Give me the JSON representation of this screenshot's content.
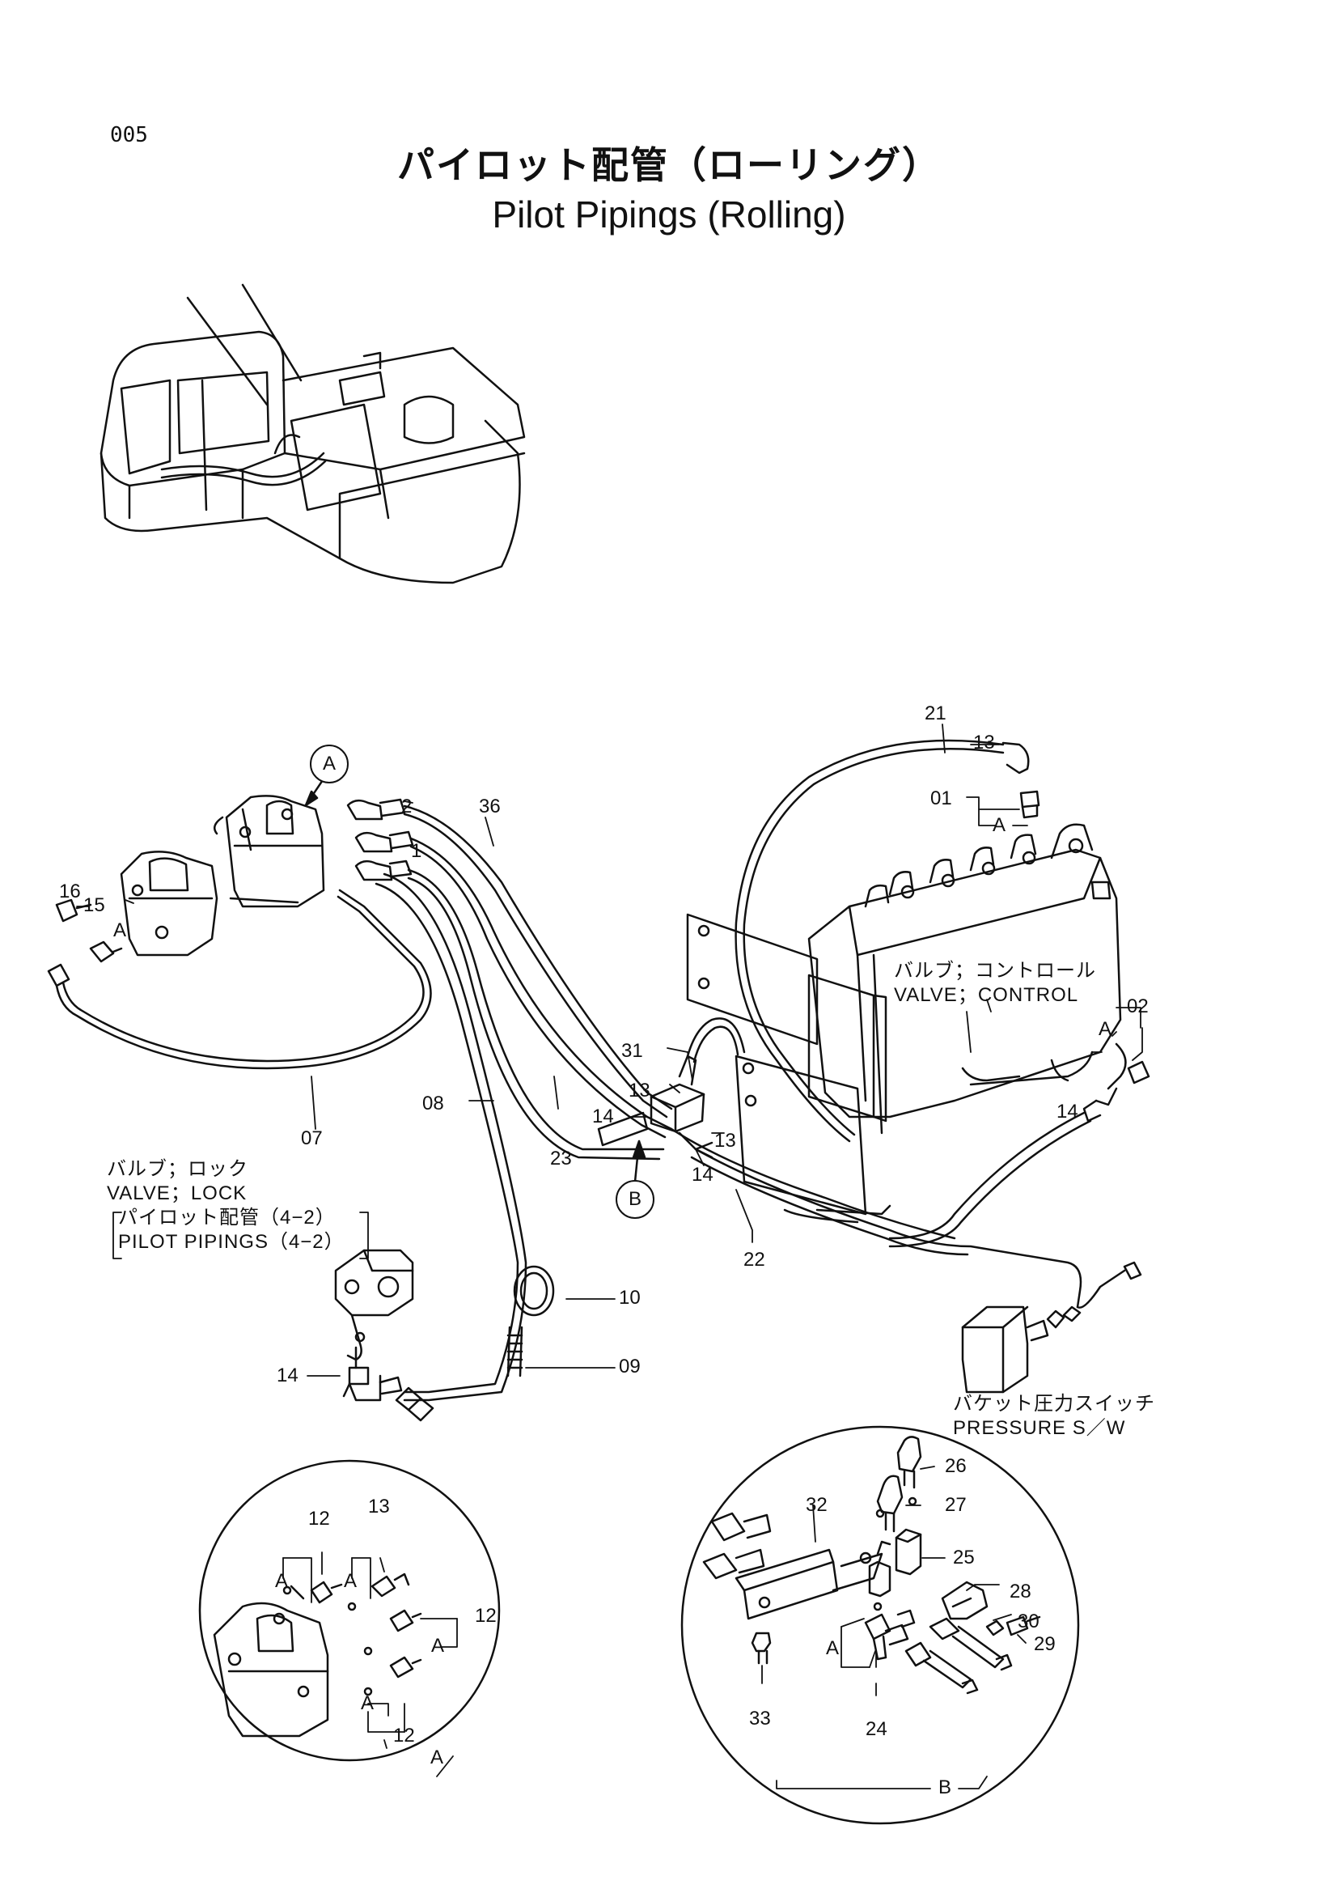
{
  "page": {
    "number": "005"
  },
  "title": {
    "japanese": "パイロット配管（ローリング）",
    "english": "Pilot Pipings (Rolling)"
  },
  "callouts": {
    "circle_a": "A",
    "circle_b": "B"
  },
  "labels": {
    "p21": "21",
    "p13a": "13",
    "p01": "01",
    "pA1": "A",
    "p36": "36",
    "p2": "2",
    "p1": "1",
    "p16": "16",
    "p15": "15",
    "pA2": "A",
    "p02": "02",
    "pA3": "A",
    "p31": "31",
    "p13b": "13",
    "p14a": "14",
    "p13c": "13",
    "p14b": "14",
    "p14c": "14",
    "p08": "08",
    "p07": "07",
    "p23": "23",
    "p22": "22",
    "p10": "10",
    "p09": "09",
    "p14d": "14",
    "d12a": "12",
    "d13": "13",
    "dA1": "A",
    "dA2": "A",
    "d12b": "12",
    "dA3": "A",
    "dA4": "A",
    "d12c": "12",
    "dA5": "A",
    "d26": "26",
    "d27": "27",
    "d32": "32",
    "d25": "25",
    "d28": "28",
    "d30": "30",
    "d29": "29",
    "dA6": "A",
    "d33": "33",
    "d24": "24",
    "dB": "B"
  },
  "notes": {
    "control_valve_jp": "バルブ；コントロール",
    "control_valve_en": "VALVE；CONTROL",
    "lock_valve_jp": "バルブ；ロック",
    "lock_valve_en": "VALVE；LOCK",
    "pilot_ref_jp": "パイロット配管（4−2）",
    "pilot_ref_en": "PILOT  PIPINGS（4−2）",
    "pressure_sw_jp": "バケット圧力スイッチ",
    "pressure_sw_en": "PRESSURE S／W"
  }
}
